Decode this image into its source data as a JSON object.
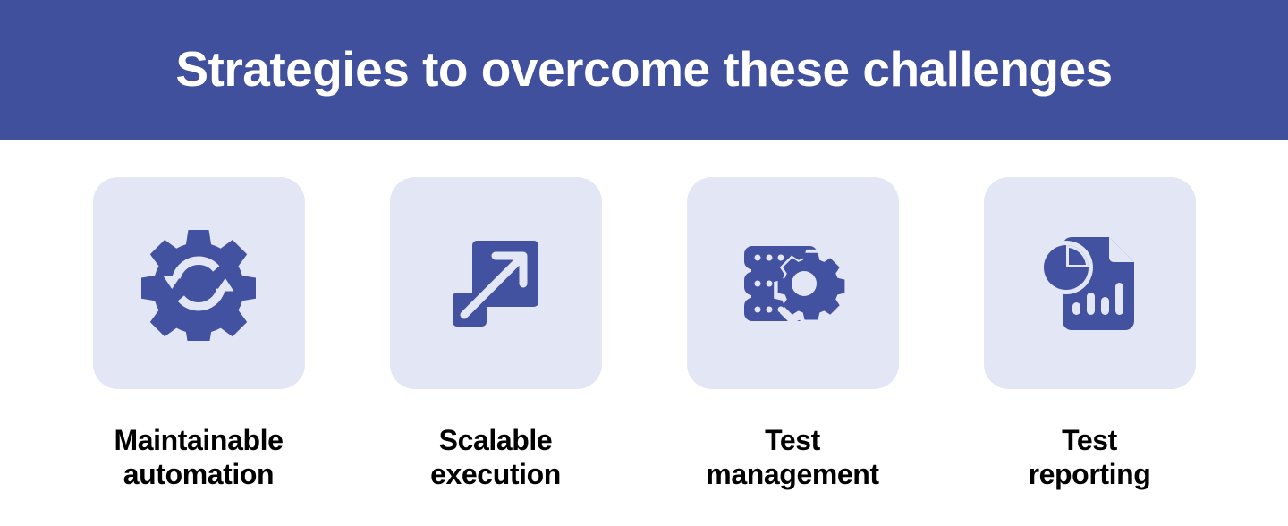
{
  "header": {
    "title": "Strategies to overcome these challenges",
    "background_color": "#41509c",
    "text_color": "#ffffff"
  },
  "theme": {
    "accent_color": "#4352a0",
    "tile_background": "#e2e6f5",
    "page_background": "#ffffff",
    "label_color": "#000000"
  },
  "cards": [
    {
      "icon": "gear-refresh-icon",
      "label": "Maintainable\nautomation",
      "label_line_1": "Maintainable",
      "label_line_2": "automation"
    },
    {
      "icon": "scale-expand-arrow-icon",
      "label": "Scalable\nexecution",
      "label_line_1": "Scalable",
      "label_line_2": "execution"
    },
    {
      "icon": "server-stack-gear-icon",
      "label": "Test\nmanagement",
      "label_line_1": "Test",
      "label_line_2": "management"
    },
    {
      "icon": "report-document-chart-icon",
      "label": "Test\nreporting",
      "label_line_1": "Test",
      "label_line_2": "reporting"
    }
  ]
}
